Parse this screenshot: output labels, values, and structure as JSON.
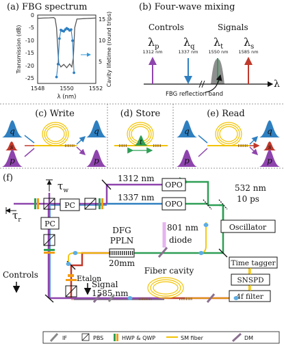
{
  "panel_a": {
    "title": "(a) FBG spectrum",
    "ylabel_left": "Transmission (dB)",
    "ylabel_right": "Cavity lifetime (round trips)",
    "xlabel": "λ (nm)",
    "x_ticks": [
      "1548",
      "1550",
      "1552"
    ],
    "y_left_ticks": [
      "0",
      "-5",
      "-10",
      "-15",
      "-20",
      "-25"
    ],
    "y_right_ticks": [
      "15",
      "10",
      "5"
    ]
  },
  "panel_b": {
    "title": "(b) Four-wave mixing",
    "group_controls": "Controls",
    "group_signals": "Signals",
    "lambda_p": "λ",
    "lambda_p_sub": "p",
    "lambda_p_nm": "1312 nm",
    "lambda_q": "λ",
    "lambda_q_sub": "q",
    "lambda_q_nm": "1337 nm",
    "lambda_t": "λ",
    "lambda_t_sub": "t",
    "lambda_t_nm": "1550 nm",
    "lambda_s": "λ",
    "lambda_s_sub": "s",
    "lambda_s_nm": "1585 nm",
    "axis_symbol": "λ",
    "fbg_band": "FBG reflection band"
  },
  "panel_c": {
    "title": "(c) Write",
    "in_q": "q",
    "in_s": "s",
    "in_p": "p",
    "out_q": "q",
    "out_p": "p"
  },
  "panel_d": {
    "title": "(d) Store",
    "stored": "t"
  },
  "panel_e": {
    "title": "(e) Read",
    "in_q": "q",
    "in_p": "p",
    "out_q": "q",
    "out_s": "s",
    "out_p": "p"
  },
  "panel_f": {
    "title": "(f)",
    "tau_w": "τ",
    "tau_w_sub": "w",
    "tau_r": "τ",
    "tau_r_sub": "r",
    "pc1": "PC",
    "pc2": "PC",
    "wl_1312": "1312 nm",
    "wl_1337": "1337 nm",
    "opo1": "OPO",
    "opo2": "OPO",
    "pump_wl": "532 nm",
    "pump_dur": "10 ps",
    "oscillator": "Oscillator",
    "dfg": "DFG",
    "ppln": "PPLN",
    "len": "20mm",
    "diode_wl": "801 nm",
    "diode": "diode",
    "etalon": "Etalon",
    "controls": "Controls",
    "signal": "Signal",
    "signal_wl": "1585 nm",
    "fiber_cavity": "Fiber cavity",
    "time_tagger": "Time tagger",
    "snspd": "SNSPD",
    "filter": "4f filter"
  },
  "legend": {
    "if": "IF",
    "pbs": "PBS",
    "hwp_qwp": "HWP & QWP",
    "sm_fiber": "SM fiber",
    "dm": "DM"
  },
  "colors": {
    "p": "#8e44ad",
    "q": "#2e7fc0",
    "s": "#c0392b",
    "t": "#2e9e55",
    "pump_green": "#2e9e55",
    "fiber": "#f0b429",
    "ring": "#f2c200",
    "grating": "#8a5a20"
  },
  "chart_data": {
    "type": "line",
    "title": "(a) FBG spectrum",
    "xlabel": "λ (nm)",
    "ylabel": "Transmission (dB)",
    "y2label": "Cavity lifetime (round trips)",
    "xlim": [
      1548,
      1552
    ],
    "ylim": [
      -27,
      0
    ],
    "y2lim": [
      0,
      16
    ],
    "series": [
      {
        "axis": "left",
        "color": "#555555",
        "x": [
          1548,
          1548.4,
          1548.8,
          1549.1,
          1549.2,
          1549.3,
          1549.45,
          1549.6,
          1549.8,
          1550.0,
          1550.2,
          1550.35,
          1550.45,
          1550.55,
          1550.7,
          1550.9,
          1551.2,
          1551.6,
          1552
        ],
        "y": [
          -1.3,
          -1.2,
          -1.1,
          -1.0,
          -1.4,
          -5,
          -19,
          -20.5,
          -19.5,
          -20.8,
          -19.3,
          -20.5,
          -17,
          -5,
          -1.6,
          -1.5,
          -1.4,
          -1.3,
          -1.2
        ]
      },
      {
        "axis": "right",
        "color": "#2e7fc0",
        "x": [
          1549.3,
          1549.4,
          1549.5,
          1549.6,
          1549.7,
          1549.8,
          1549.9,
          1550.0,
          1550.1,
          1550.2,
          1550.3,
          1550.4,
          1550.5
        ],
        "y": [
          1.5,
          4.5,
          10.5,
          12.5,
          12.3,
          12.2,
          12.6,
          12.9,
          12.7,
          12.4,
          12.6,
          10.0,
          2.5
        ]
      }
    ]
  }
}
